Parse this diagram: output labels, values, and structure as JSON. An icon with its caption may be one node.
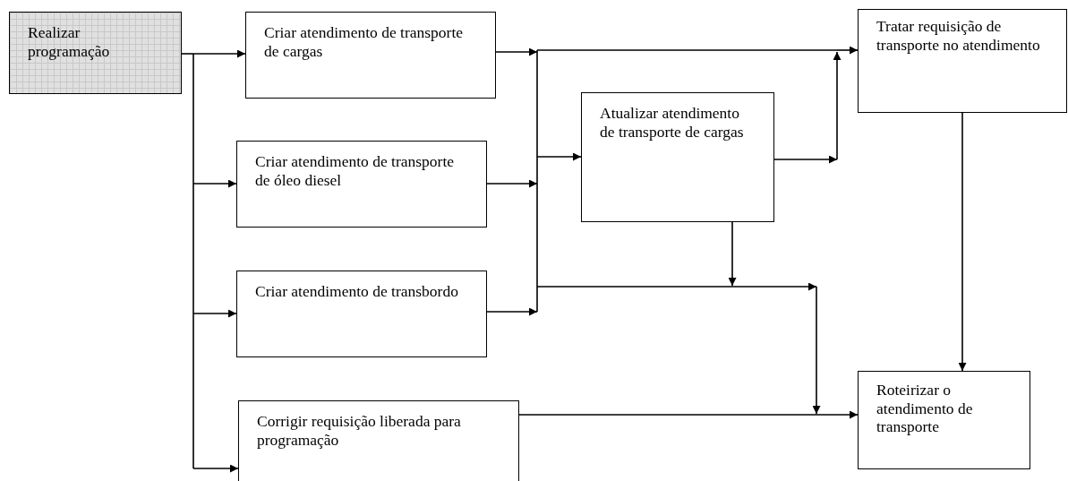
{
  "diagram": {
    "nodes": [
      {
        "text": [
          "Realizar programação"
        ]
      },
      {
        "text": [
          "Criar atendimento de transporte de cargas"
        ]
      },
      {
        "text": [
          "Criar atendimento de transporte de óleo diesel"
        ]
      },
      {
        "text": [
          "Criar atendimento de transbordo"
        ]
      },
      {
        "text": [
          "Corrigir requisição liberada para programação"
        ]
      },
      {
        "text": [
          "Atualizar atendimento de transporte de cargas"
        ]
      },
      {
        "text": [
          "Tratar requisição de transporte no atendimento"
        ]
      },
      {
        "text": [
          "Roteirizar o atendimento de transporte"
        ]
      }
    ],
    "edges": [
      {
        "from": 0,
        "to": 1,
        "arrow": "to"
      },
      {
        "from": 0,
        "to": 2,
        "arrow": "to"
      },
      {
        "from": 0,
        "to": 3,
        "arrow": "to"
      },
      {
        "from": 0,
        "to": 4,
        "arrow": "to"
      },
      {
        "from": 1,
        "to": 6,
        "arrow": "to"
      },
      {
        "from": 1,
        "to": 5,
        "arrow": "to"
      },
      {
        "from": 1,
        "to": 7,
        "arrow": "to"
      },
      {
        "from": 2,
        "to": 6,
        "arrow": "to"
      },
      {
        "from": 2,
        "to": 5,
        "arrow": "to"
      },
      {
        "from": 2,
        "to": 7,
        "arrow": "to"
      },
      {
        "from": 3,
        "to": 6,
        "arrow": "to"
      },
      {
        "from": 3,
        "to": 5,
        "arrow": "to"
      },
      {
        "from": 3,
        "to": 7,
        "arrow": "to"
      },
      {
        "from": 5,
        "to": 6,
        "arrow": "to"
      },
      {
        "from": 6,
        "to": 7,
        "arrow": "to"
      },
      {
        "from": 5,
        "to": 7,
        "arrow": "to"
      },
      {
        "from": 4,
        "to": 7,
        "arrow": "to"
      }
    ]
  }
}
